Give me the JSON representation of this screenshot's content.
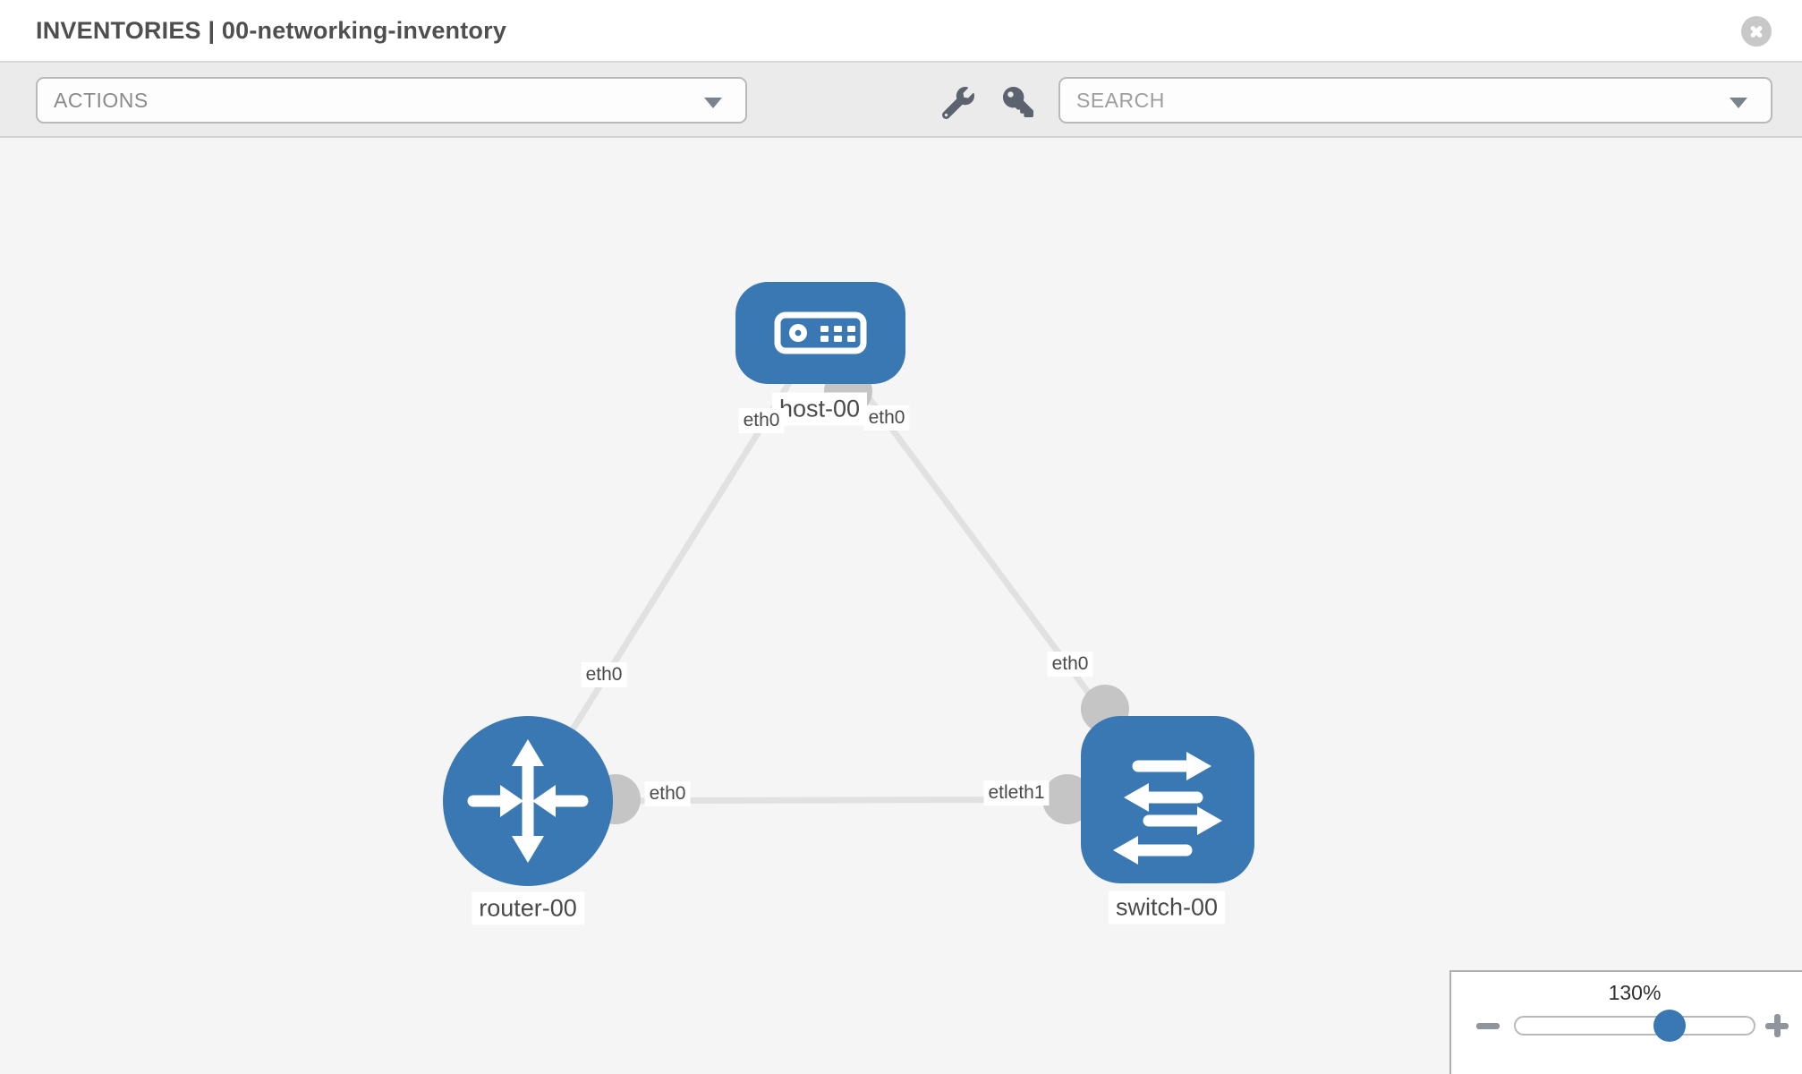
{
  "header": {
    "title": "INVENTORIES | 00-networking-inventory"
  },
  "toolbar": {
    "actions_label": "ACTIONS",
    "search_placeholder": "SEARCH"
  },
  "canvas": {
    "nodes": [
      {
        "id": "host-00",
        "type": "host",
        "label": "host-00"
      },
      {
        "id": "router-00",
        "type": "router",
        "label": "router-00"
      },
      {
        "id": "switch-00",
        "type": "switch",
        "label": "switch-00"
      }
    ],
    "links": [
      {
        "from": "host-00",
        "from_label": "eth0",
        "to": "router-00",
        "to_label": "eth0"
      },
      {
        "from": "host-00",
        "from_label": "eth0",
        "to": "switch-00",
        "to_label": "eth0"
      },
      {
        "from": "router-00",
        "from_label": "eth0",
        "to": "switch-00",
        "to_label": "etleth1"
      }
    ]
  },
  "zoom_control": {
    "level": "130%"
  },
  "colors": {
    "node_blue": "#3a78b3",
    "link_gray": "#e1e1e1",
    "connector_gray": "#c5c5c5",
    "toolbar_icon_gray": "#5c636e",
    "canvas_bg": "#f5f5f5"
  }
}
